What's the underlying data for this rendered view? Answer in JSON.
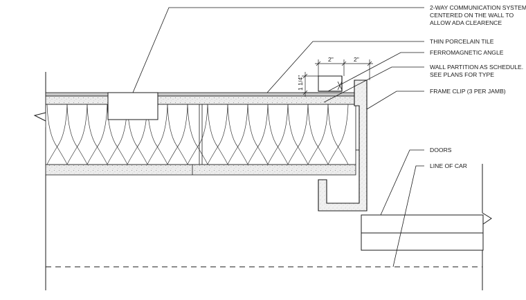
{
  "callouts": {
    "comm_line1": "2-WAY COMMUNICATION SYSTEM",
    "comm_line2": "CENTERED ON THE WALL TO",
    "comm_line3": "ALLOW ADA CLEARENCE",
    "tile": "THIN PORCELAIN TILE",
    "angle": "FERROMAGNETIC ANGLE",
    "partition_line1": "WALL PARTITION AS SCHEDULE.",
    "partition_line2": "SEE PLANS FOR TYPE",
    "clip": "FRAME CLIP (3 PER JAMB)",
    "doors": "DOORS",
    "car": "LINE OF CAR"
  },
  "dimensions": {
    "width_left": "2\"",
    "width_right": "2\"",
    "height": "1 1/4\""
  }
}
